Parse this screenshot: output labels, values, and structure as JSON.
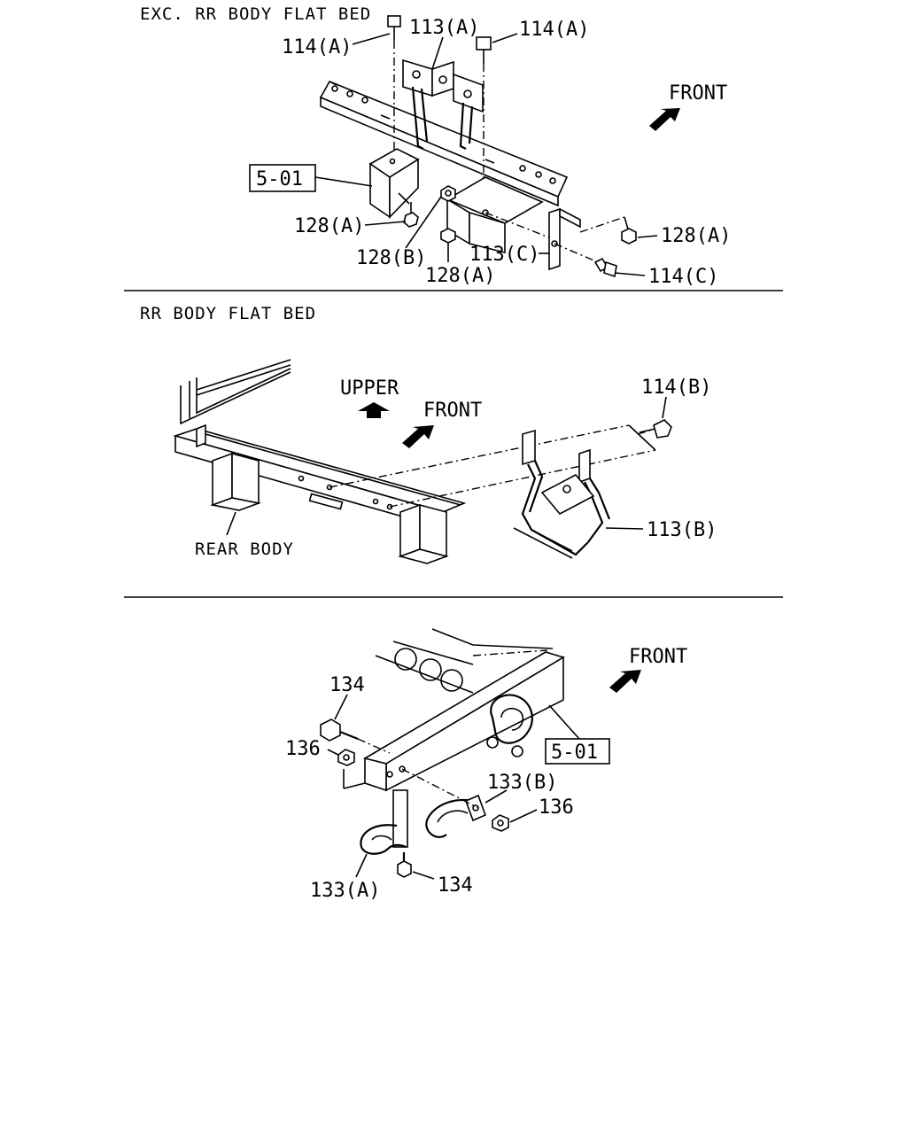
{
  "sections": [
    {
      "heading": "EXC. RR BODY FLAT BED",
      "labels": {
        "bolt_a_left": "114(A)",
        "bolt_a_right": "114(A)",
        "bracket_a": "113(A)",
        "front": "FRONT",
        "ref_box": "5-01",
        "nut_a_left": "128(A)",
        "nut_b": "128(B)",
        "nut_a_mid": "128(A)",
        "bracket_c": "113(C)",
        "nut_a_right": "128(A)",
        "bolt_c": "114(C)"
      }
    },
    {
      "heading": "RR BODY FLAT BED",
      "labels": {
        "upper": "UPPER",
        "front": "FRONT",
        "bolt_b": "114(B)",
        "bracket_b": "113(B)",
        "rear_body": "REAR BODY"
      }
    },
    {
      "heading": "",
      "labels": {
        "front": "FRONT",
        "bolt_top": "134",
        "nut_left": "136",
        "ref_box": "5-01",
        "hook_b": "133(B)",
        "nut_right": "136",
        "hook_a": "133(A)",
        "bolt_bottom": "134"
      }
    }
  ]
}
